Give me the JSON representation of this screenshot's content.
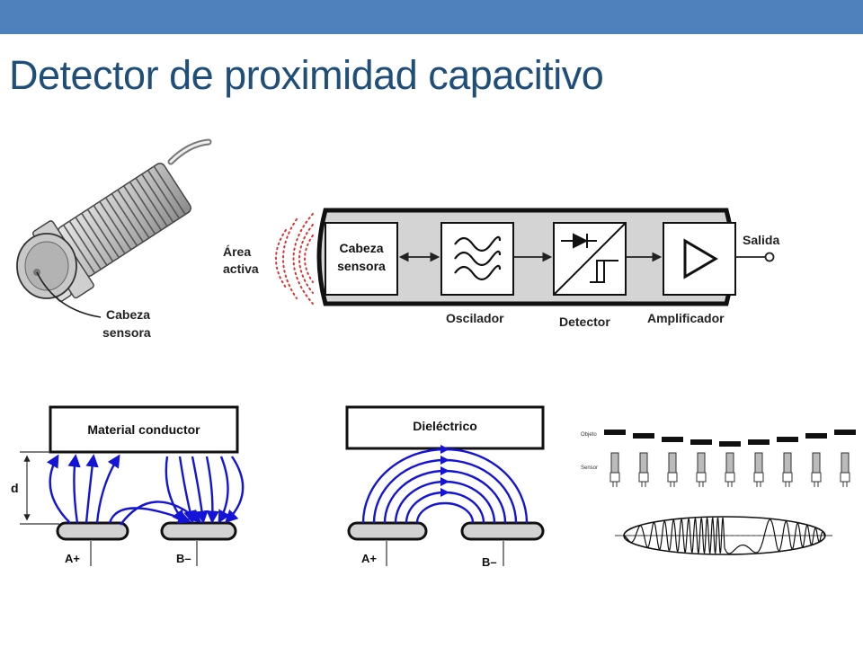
{
  "slide": {
    "title": "Detector de proximidad capacitivo",
    "accent_color": "#4f81bd",
    "title_color": "#1f4e79"
  },
  "sensor_photo": {
    "label_line1": "Cabeza",
    "label_line2": "sensora"
  },
  "block_diagram": {
    "active_area_line1": "Área",
    "active_area_line2": "activa",
    "head_line1": "Cabeza",
    "head_line2": "sensora",
    "oscillator": "Oscilador",
    "detector": "Detector",
    "amplifier": "Amplificador",
    "output": "Salida"
  },
  "conductor_diagram": {
    "plate_label": "Material conductor",
    "distance_label": "d",
    "electrode_a": "A+",
    "electrode_b": "B–"
  },
  "dielectric_diagram": {
    "plate_label": "Dieléctrico",
    "electrode_a": "A+",
    "electrode_b": "B–"
  },
  "response_diagram": {
    "object_label": "Objeto",
    "sensor_label": "Sensor"
  }
}
